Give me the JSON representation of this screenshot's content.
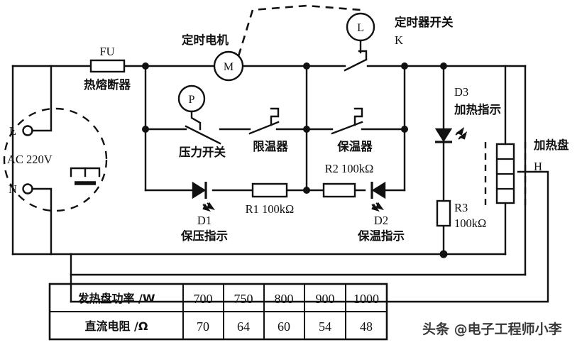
{
  "diagram": {
    "title_kind": "electric-pressure-cooker-circuit",
    "power_source": {
      "label": "AC 220V",
      "terminal_live": "L",
      "terminal_neutral": "N"
    },
    "components": [
      {
        "id": "FU",
        "designator": "FU",
        "name": "热熔断器"
      },
      {
        "id": "M",
        "designator": "M",
        "name": "定时电机"
      },
      {
        "id": "K",
        "designator": "L",
        "name": "定时器开关",
        "ref": "K"
      },
      {
        "id": "P",
        "designator": "P",
        "name": "压力开关"
      },
      {
        "id": "TL",
        "designator": "",
        "name": "限温器"
      },
      {
        "id": "TW",
        "designator": "",
        "name": "保温器"
      },
      {
        "id": "D1",
        "designator": "D1",
        "name": "保压指示"
      },
      {
        "id": "D2",
        "designator": "D2",
        "name": "保温指示"
      },
      {
        "id": "D3",
        "designator": "D3",
        "name": "加热指示"
      },
      {
        "id": "R1",
        "designator": "R1 100kΩ",
        "name": ""
      },
      {
        "id": "R2",
        "designator": "R2 100kΩ",
        "name": ""
      },
      {
        "id": "R3a",
        "designator": "R3",
        "name": ""
      },
      {
        "id": "R3b",
        "designator": "100kΩ",
        "name": ""
      },
      {
        "id": "H",
        "designator": "H",
        "name": "加热盘"
      }
    ],
    "labels": {
      "fu": "FU",
      "fu_cn": "热熔断器",
      "motor_cn": "定时电机",
      "motor_sym": "M",
      "timer_switch_cn": "定时器开关",
      "timer_switch_ref": "K",
      "timer_switch_sym": "L",
      "pressure_switch_cn": "压力开关",
      "pressure_switch_sym": "P",
      "temp_limiter_cn": "限温器",
      "warm_keeper_cn": "保温器",
      "d1": "D1",
      "d1_cn": "保压指示",
      "d2": "D2",
      "d2_cn": "保温指示",
      "d3": "D3",
      "d3_cn": "加热指示",
      "r1": "R1 100kΩ",
      "r2": "R2 100kΩ",
      "r3": "R3",
      "r3_val": "100kΩ",
      "heater_cn": "加热盘",
      "heater_ref": "H",
      "ac": "AC 220V",
      "term_l": "L",
      "term_n": "N"
    },
    "colors": {
      "line": "#111111",
      "background": "#ffffff",
      "watermark": "#3a3a3a"
    }
  },
  "table": {
    "rows": [
      {
        "header": "发热盘功率 /W",
        "values": [
          "700",
          "750",
          "800",
          "900",
          "1000"
        ]
      },
      {
        "header": "直流电阻 /Ω",
        "values": [
          "70",
          "64",
          "60",
          "54",
          "48"
        ]
      }
    ]
  },
  "watermark": {
    "text": "头条 @电子工程师小李"
  }
}
